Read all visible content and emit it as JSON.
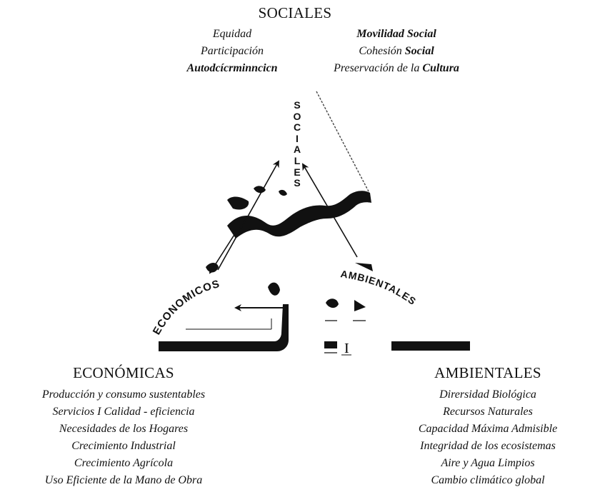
{
  "top": {
    "title": "SOCIALES",
    "left_items": [
      "Equidad",
      "Participación",
      "Autodcícrminncicn"
    ],
    "right_items": [
      {
        "text": "Movilidad Social"
      },
      {
        "text": "Cohesión ",
        "strong": "Social"
      },
      {
        "text": "Preservación de la ",
        "strong": "Cultura"
      }
    ]
  },
  "vertical_label": [
    "S",
    "O",
    "C",
    "I",
    "A",
    "L",
    "E",
    "S"
  ],
  "left_arc_label": "ECONOMICOS",
  "right_arc_label": "AMBIENTALES",
  "center_glyph": "I",
  "economicas": {
    "title": "ECONÓMICAS",
    "items": [
      "Producción y consumo sustentables",
      "Servicios I Calidad - eficiencia",
      "Necesidades de los Hogares",
      "Crecimiento Industrial",
      "Crecimiento Agrícola",
      "Uso Eficiente de la Mano de Obra"
    ]
  },
  "ambientales": {
    "title": "AMBIENTALES",
    "items": [
      "Dirersidad Biológica",
      "Recursos Naturales",
      "Capacidad Máxima Admisible",
      "Integridad de los ecosistemas",
      "Aire y Agua Limpios",
      "Cambio climático global"
    ]
  }
}
